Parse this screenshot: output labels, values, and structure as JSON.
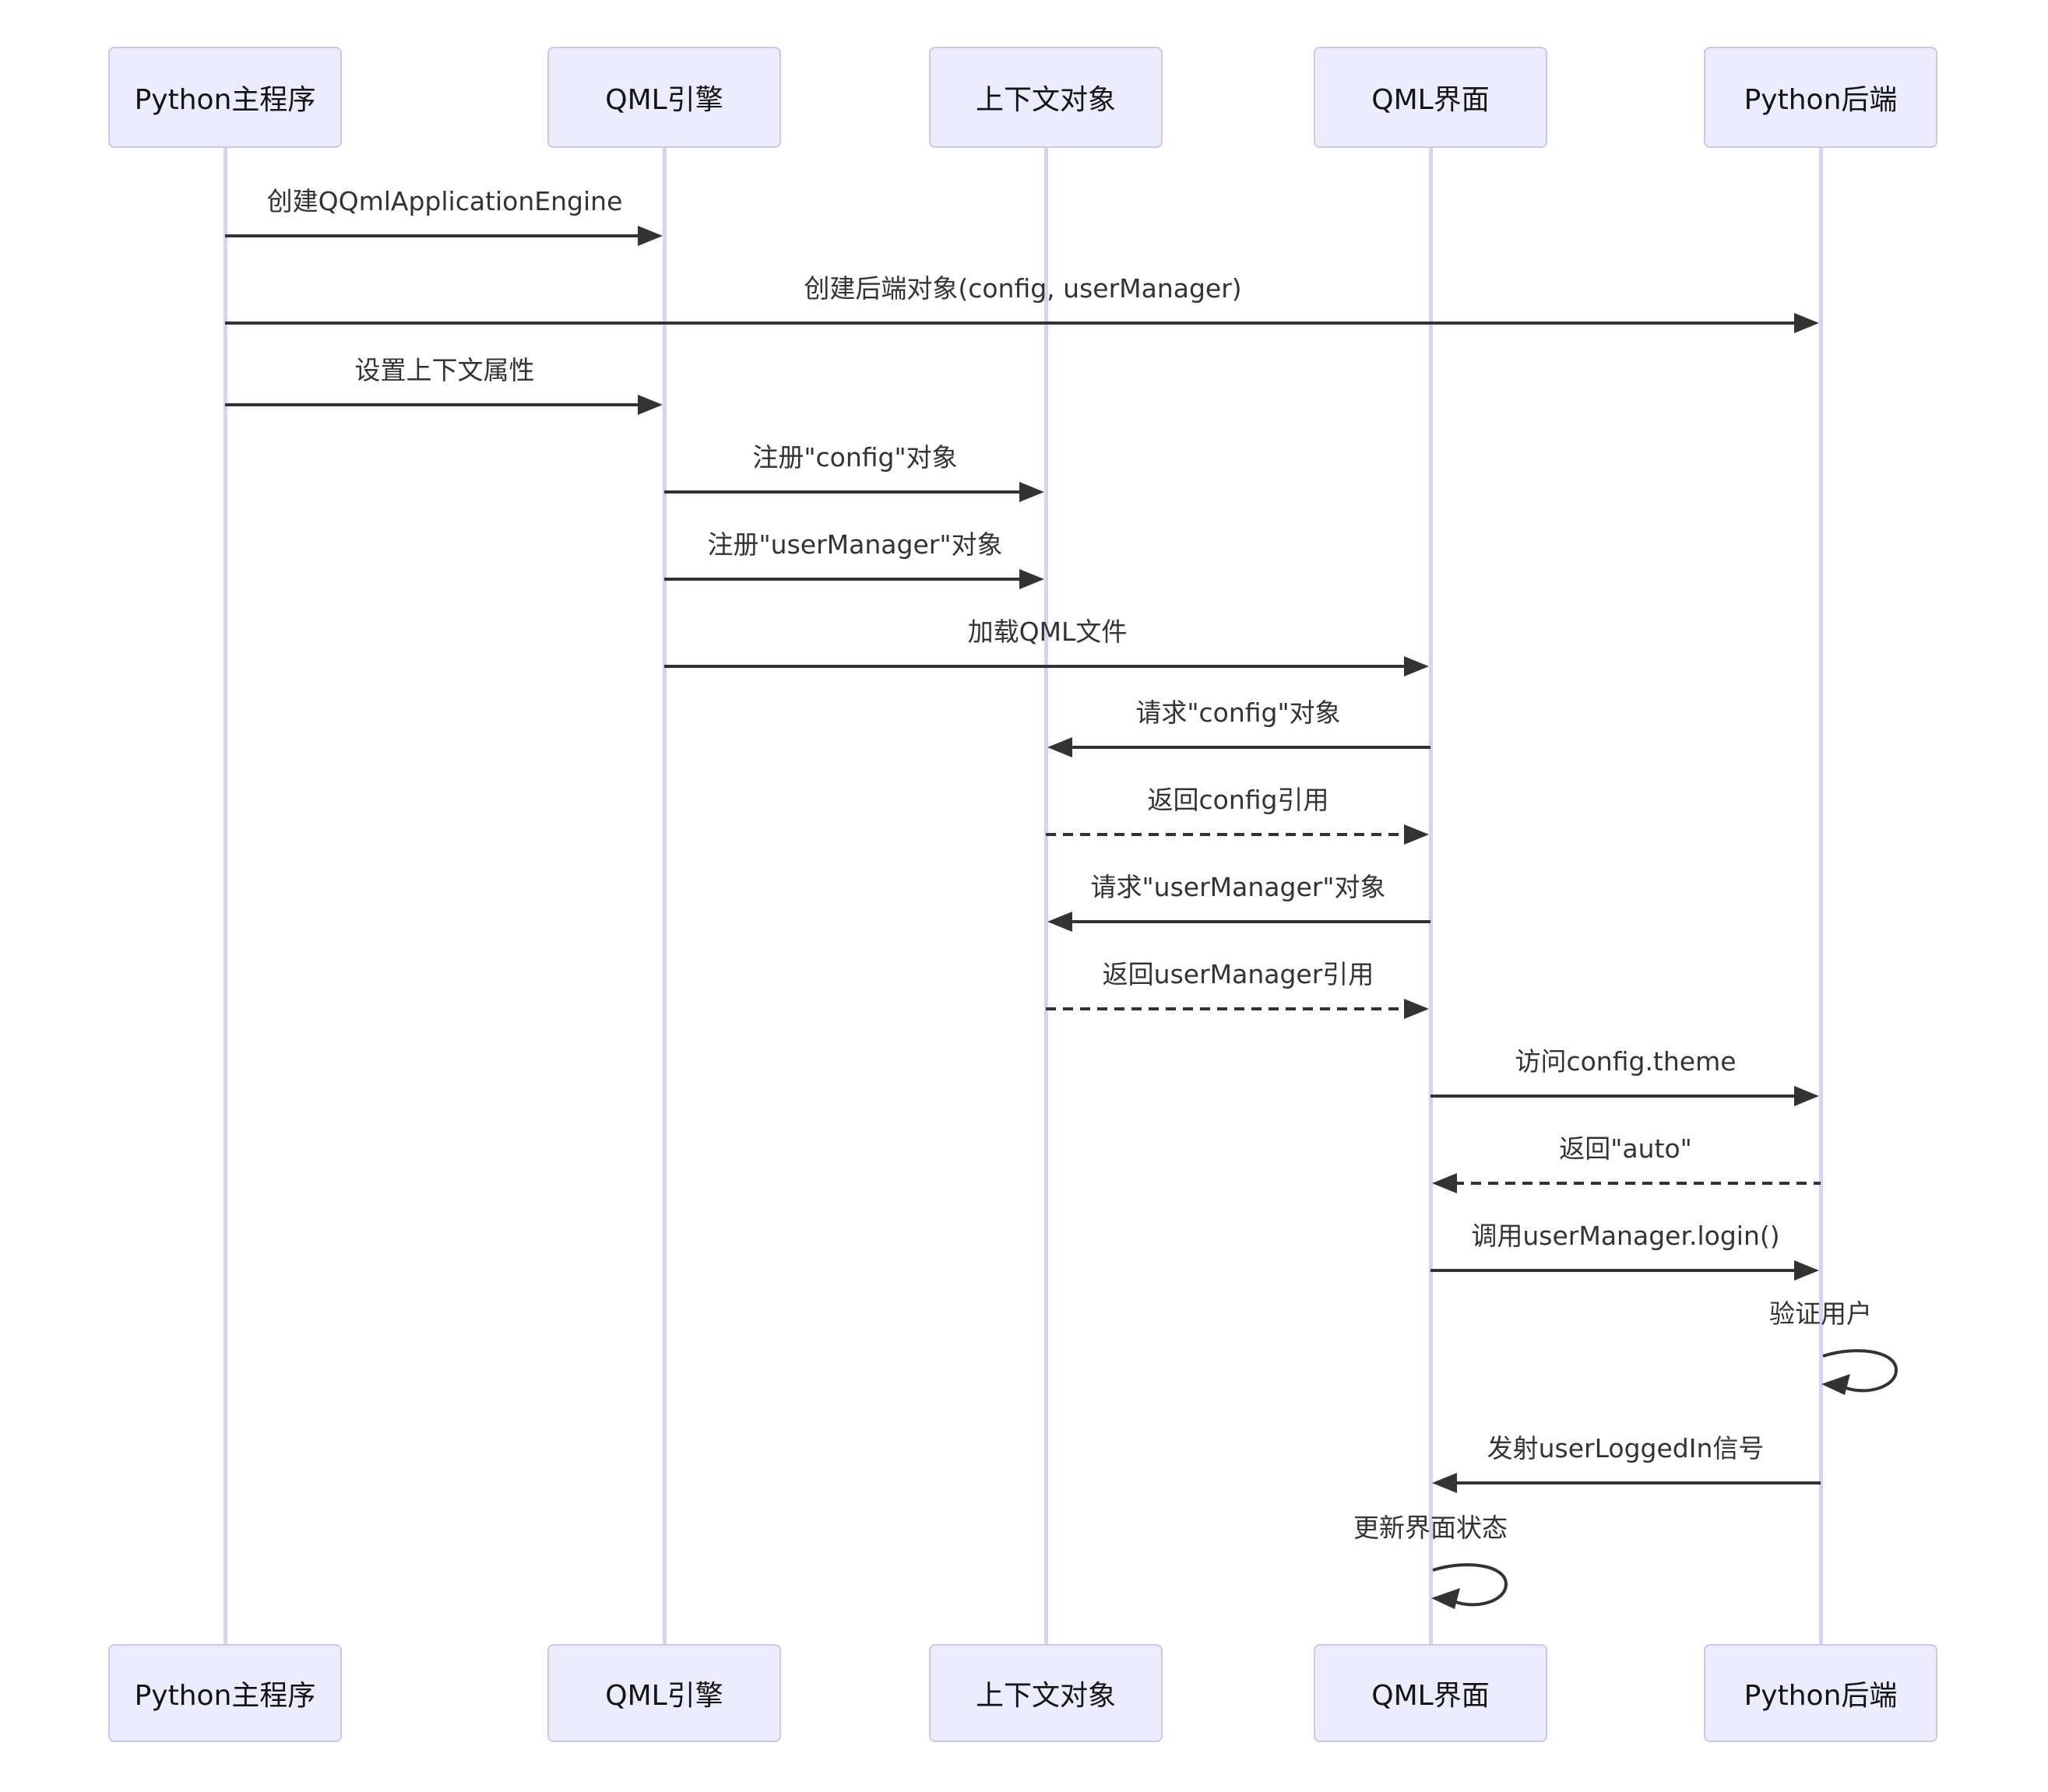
{
  "diagram": {
    "type": "sequence",
    "actors": [
      {
        "id": "main-program",
        "label": "Python主程序"
      },
      {
        "id": "qml-engine",
        "label": "QML引擎"
      },
      {
        "id": "context-object",
        "label": "上下文对象"
      },
      {
        "id": "qml-ui",
        "label": "QML界面"
      },
      {
        "id": "python-backend",
        "label": "Python后端"
      }
    ],
    "messages": [
      {
        "from": "main-program",
        "to": "qml-engine",
        "label": "创建QQmlApplicationEngine",
        "style": "solid"
      },
      {
        "from": "main-program",
        "to": "python-backend",
        "label": "创建后端对象(config, userManager)",
        "style": "solid"
      },
      {
        "from": "main-program",
        "to": "qml-engine",
        "label": "设置上下文属性",
        "style": "solid"
      },
      {
        "from": "qml-engine",
        "to": "context-object",
        "label": "注册\"config\"对象",
        "style": "solid"
      },
      {
        "from": "qml-engine",
        "to": "context-object",
        "label": "注册\"userManager\"对象",
        "style": "solid"
      },
      {
        "from": "qml-engine",
        "to": "qml-ui",
        "label": "加载QML文件",
        "style": "solid"
      },
      {
        "from": "qml-ui",
        "to": "context-object",
        "label": "请求\"config\"对象",
        "style": "solid"
      },
      {
        "from": "context-object",
        "to": "qml-ui",
        "label": "返回config引用",
        "style": "dashed"
      },
      {
        "from": "qml-ui",
        "to": "context-object",
        "label": "请求\"userManager\"对象",
        "style": "solid"
      },
      {
        "from": "context-object",
        "to": "qml-ui",
        "label": "返回userManager引用",
        "style": "dashed"
      },
      {
        "from": "qml-ui",
        "to": "python-backend",
        "label": "访问config.theme",
        "style": "solid"
      },
      {
        "from": "python-backend",
        "to": "qml-ui",
        "label": "返回\"auto\"",
        "style": "dashed"
      },
      {
        "from": "qml-ui",
        "to": "python-backend",
        "label": "调用userManager.login()",
        "style": "solid"
      },
      {
        "from": "python-backend",
        "to": "python-backend",
        "label": "验证用户",
        "style": "self"
      },
      {
        "from": "python-backend",
        "to": "qml-ui",
        "label": "发射userLoggedIn信号",
        "style": "solid"
      },
      {
        "from": "qml-ui",
        "to": "qml-ui",
        "label": "更新界面状态",
        "style": "self"
      }
    ],
    "colors": {
      "background": "#FFFFFF",
      "actor_fill": "#ECECFF",
      "actor_border": "#CFC5EC",
      "lifeline": "#D9D0F2",
      "arrow_line": "#333333",
      "message_text": "#333333",
      "actor_text": "#131313"
    }
  }
}
